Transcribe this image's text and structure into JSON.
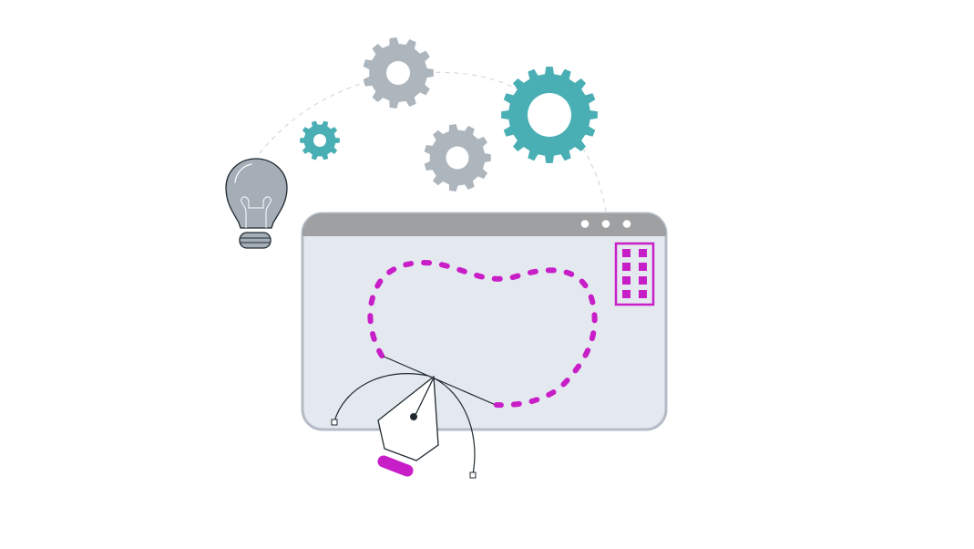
{
  "scene": {
    "description_free": true,
    "colors": {
      "background": "#ffffff",
      "gray_gear": "#adb5bd",
      "teal_gear": "#4aafb4",
      "window_titlebar": "#9fa0a2",
      "window_body": "#e4e8ef",
      "window_border": "#b5bcc6",
      "accent_magenta": "#c81ec8",
      "bulb_glass": "#a5adb7",
      "outline_dark": "#1f2a30",
      "dashed_arc": "#d5d8dc"
    },
    "icons": [
      "lightbulb-icon",
      "gear-icon",
      "browser-window",
      "pen-tool-icon",
      "grid-panel-icon"
    ],
    "window": {
      "titlebar_dots": 3
    },
    "grid_panel": {
      "rows": 4,
      "cols": 2
    }
  }
}
